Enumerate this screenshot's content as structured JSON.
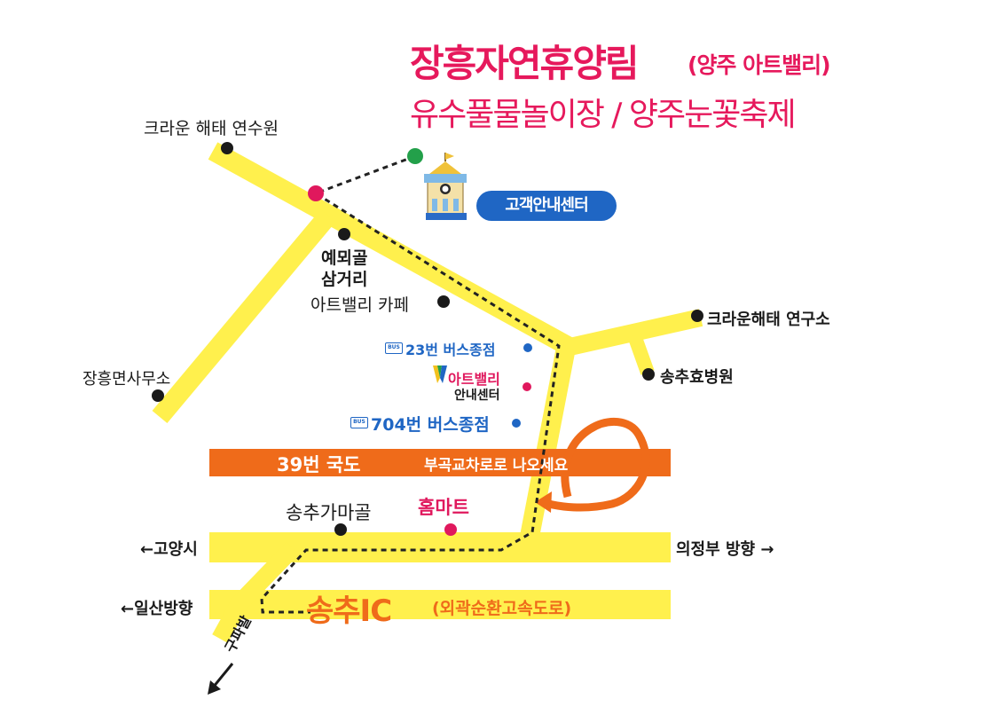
{
  "title": {
    "main": "장흥자연휴양림",
    "main_paren": "(양주 아트밸리)",
    "subtitle": "유수풀물놀이장 / 양주눈꽃축제"
  },
  "visitor_center": {
    "label": "고객안내센터"
  },
  "places": {
    "crown_haitai_training": "크라운 해태 연수원",
    "yeoeoegol": "예뫼골\n삼거리",
    "yeoeoegol_line1": "예뫼골",
    "yeoeoegol_line2": "삼거리",
    "artvalley_cafe": "아트밸리 카페",
    "bus_23": "23번 버스종점",
    "artvalley_info_name": "아트밸리",
    "artvalley_info_sub": "안내센터",
    "bus_704": "704번 버스종점",
    "crown_haitai_lab": "크라운해태 연구소",
    "songchu_hospital": "송추효병원",
    "jangheung_office": "장흥면사무소",
    "songchu_gamagol": "송추가마골",
    "homemart": "홈마트",
    "bus_icon_text": "BUS"
  },
  "roads": {
    "route39": "39번 국도",
    "route39_note": "부곡교차로로 나오세요",
    "goyang": "←고양시",
    "uijeongbu": "의정부 방향 →",
    "ilsan": "←일산방향",
    "gupabal": "구파발",
    "songchu_ic": "송추IC",
    "expressway": "(외곽순환고속도로)"
  },
  "colors": {
    "title_pink": "#e6195c",
    "road_yellow": "#fff04d",
    "route_orange": "#ef6b1a",
    "ic_orange": "#ef6b1a",
    "info_blue": "#1f66c4",
    "marker_pink": "#e0185d",
    "marker_green": "#23a04a"
  }
}
